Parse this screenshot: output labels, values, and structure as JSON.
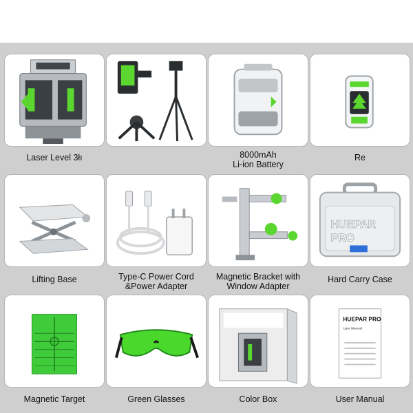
{
  "colors": {
    "background": "#cfcfcf",
    "card": "#ffffff",
    "card_border": "#b5b5b5",
    "accent_green": "#5ad62f",
    "product_gray": "#9ea3a8",
    "dark": "#2a2d30"
  },
  "items": [
    {
      "label_lines": [
        "Laser Level 3łı"
      ],
      "icon": "laser-level-icon"
    },
    {
      "label_lines": [
        ""
      ],
      "icon": "receiver-tripod-icon"
    },
    {
      "label_lines": [
        "8000mAh",
        "Li-ion Battery"
      ],
      "icon": "battery-pack-icon"
    },
    {
      "label_lines": [
        "Re"
      ],
      "icon": "remote-control-icon"
    },
    {
      "label_lines": [
        "Lifting Base"
      ],
      "icon": "lifting-base-icon"
    },
    {
      "label_lines": [
        "Type-C Power Cord",
        "&Power Adapter"
      ],
      "icon": "power-cord-adapter-icon"
    },
    {
      "label_lines": [
        "Magnetic Bracket with",
        "Window Adapter"
      ],
      "icon": "magnetic-bracket-icon"
    },
    {
      "label_lines": [
        "Hard Carry Case"
      ],
      "icon": "carry-case-icon"
    },
    {
      "label_lines": [
        "Magnetic Target"
      ],
      "icon": "magnetic-target-icon"
    },
    {
      "label_lines": [
        "Green Glasses"
      ],
      "icon": "green-glasses-icon"
    },
    {
      "label_lines": [
        "Color Box"
      ],
      "icon": "color-box-icon"
    },
    {
      "label_lines": [
        "User Manual"
      ],
      "icon": "user-manual-icon"
    }
  ],
  "branding": {
    "case_logo_line1": "HUEPAR",
    "case_logo_line2": "PRO",
    "manual_logo": "HUEPAR PRO",
    "manual_subtitle": "User Manual"
  }
}
